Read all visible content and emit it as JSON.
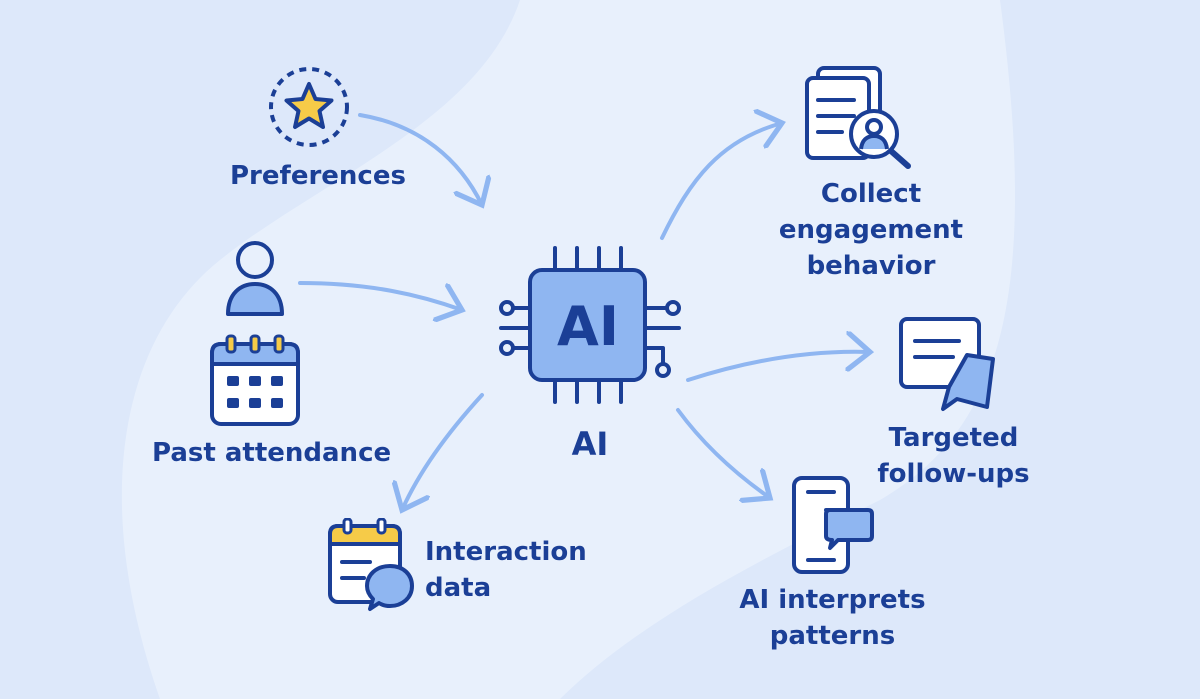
{
  "hub": {
    "chip_text": "AI",
    "caption": "AI",
    "icon": "ai-chip-icon"
  },
  "nodes": {
    "preferences": {
      "label": "Preferences",
      "icon": "star-icon"
    },
    "past_attendance": {
      "label": "Past attendance",
      "icons": [
        "person-icon",
        "calendar-icon"
      ]
    },
    "interaction_data": {
      "lines": [
        "Interaction",
        "data"
      ],
      "icon": "calendar-chat-icon"
    },
    "collect_engagement": {
      "lines": [
        "Collect",
        "engagement",
        "behavior"
      ],
      "icon": "document-search-icon"
    },
    "targeted_followups": {
      "lines": [
        "Targeted",
        "follow-ups"
      ],
      "icon": "message-send-icon"
    },
    "ai_interprets": {
      "lines": [
        "AI interprets",
        "patterns"
      ],
      "icon": "mobile-chat-icon"
    }
  },
  "colors": {
    "background": "#e8f0fc",
    "navy": "#1b3f96",
    "accent": "#8fb6f1",
    "highlight": "#f6cb48"
  }
}
